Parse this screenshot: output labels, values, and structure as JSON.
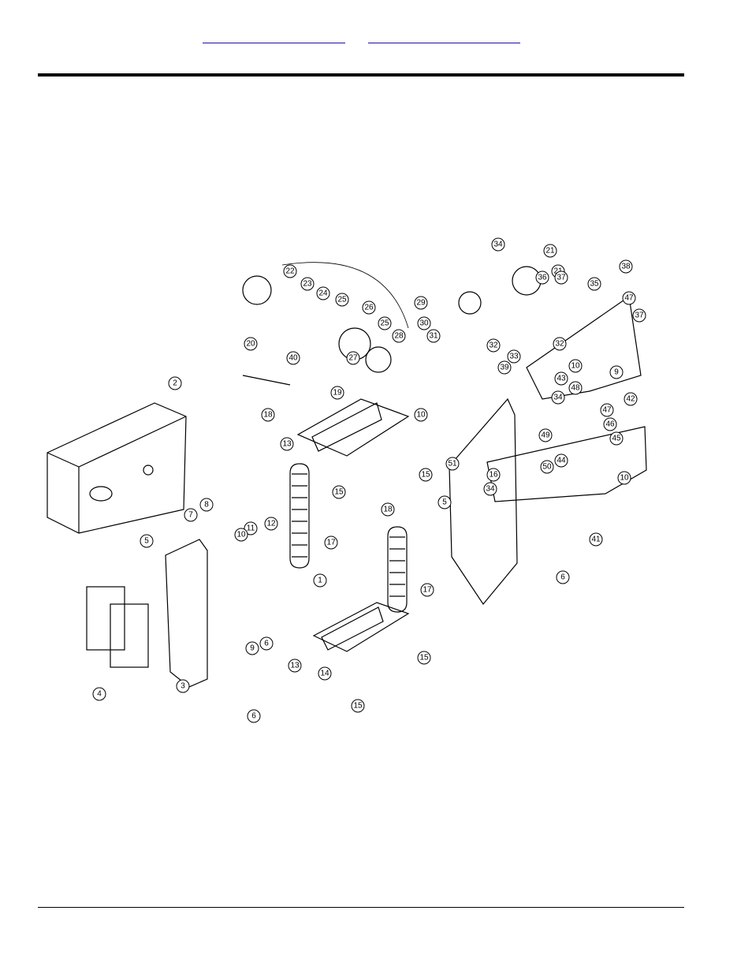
{
  "header": {
    "link_a": "",
    "link_b": ""
  },
  "callouts": [
    {
      "label": "34"
    },
    {
      "label": "21"
    },
    {
      "label": "22"
    },
    {
      "label": "21"
    },
    {
      "label": "36"
    },
    {
      "label": "37"
    },
    {
      "label": "35"
    },
    {
      "label": "38"
    },
    {
      "label": "23"
    },
    {
      "label": "29"
    },
    {
      "label": "47"
    },
    {
      "label": "24"
    },
    {
      "label": "25"
    },
    {
      "label": "30"
    },
    {
      "label": "26"
    },
    {
      "label": "37"
    },
    {
      "label": "31"
    },
    {
      "label": "32"
    },
    {
      "label": "25"
    },
    {
      "label": "28"
    },
    {
      "label": "32"
    },
    {
      "label": "33"
    },
    {
      "label": "20"
    },
    {
      "label": "40"
    },
    {
      "label": "27"
    },
    {
      "label": "39"
    },
    {
      "label": "10"
    },
    {
      "label": "9"
    },
    {
      "label": "43"
    },
    {
      "label": "2"
    },
    {
      "label": "48"
    },
    {
      "label": "42"
    },
    {
      "label": "34"
    },
    {
      "label": "19"
    },
    {
      "label": "47"
    },
    {
      "label": "18"
    },
    {
      "label": "10"
    },
    {
      "label": "46"
    },
    {
      "label": "49"
    },
    {
      "label": "45"
    },
    {
      "label": "13"
    },
    {
      "label": "44"
    },
    {
      "label": "51"
    },
    {
      "label": "50"
    },
    {
      "label": "16"
    },
    {
      "label": "15"
    },
    {
      "label": "10"
    },
    {
      "label": "34"
    },
    {
      "label": "15"
    },
    {
      "label": "5"
    },
    {
      "label": "18"
    },
    {
      "label": "8"
    },
    {
      "label": "7"
    },
    {
      "label": "12"
    },
    {
      "label": "11"
    },
    {
      "label": "17"
    },
    {
      "label": "41"
    },
    {
      "label": "10"
    },
    {
      "label": "5"
    },
    {
      "label": "6"
    },
    {
      "label": "1"
    },
    {
      "label": "17"
    },
    {
      "label": "6"
    },
    {
      "label": "9"
    },
    {
      "label": "13"
    },
    {
      "label": "15"
    },
    {
      "label": "14"
    },
    {
      "label": "4"
    },
    {
      "label": "3"
    },
    {
      "label": "6"
    },
    {
      "label": "15"
    }
  ]
}
